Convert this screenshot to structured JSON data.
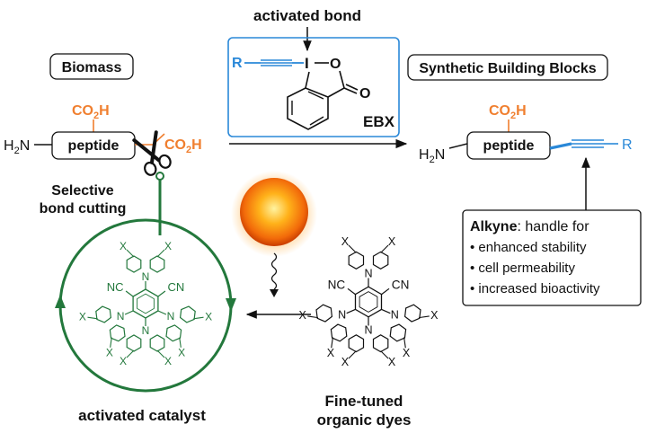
{
  "colors": {
    "black": "#111111",
    "blue": "#2a88d8",
    "orange": "#f07f2f",
    "green": "#23783c",
    "box_border": "#000000",
    "ebx_border": "#2a88d8"
  },
  "labels": {
    "activated_bond": "activated bond",
    "biomass": "Biomass",
    "synthetic_building_blocks": "Synthetic Building Blocks",
    "co2h": "CO",
    "co2h_sub": "2",
    "co2h_end": "H",
    "h2n": "H",
    "h2n_sub": "2",
    "h2n_end": "N",
    "peptide": "peptide",
    "selective_line1": "Selective",
    "selective_line2": "bond cutting",
    "ebx": "EBX",
    "r": "R",
    "i": "I",
    "o": "O",
    "activated_catalyst": "activated catalyst",
    "dyes_line1": "Fine-tuned",
    "dyes_line2": "organic dyes",
    "nc": "NC",
    "cn": "CN",
    "n": "N",
    "x": "X"
  },
  "alkyne_box": {
    "title": "Alkyne",
    "title_rest": ": handle for",
    "items": [
      "• enhanced stability",
      "• cell permeability",
      "• increased bioactivity"
    ]
  },
  "icons": [
    "scissors-icon",
    "sun-icon",
    "wavy-arrow-icon"
  ]
}
